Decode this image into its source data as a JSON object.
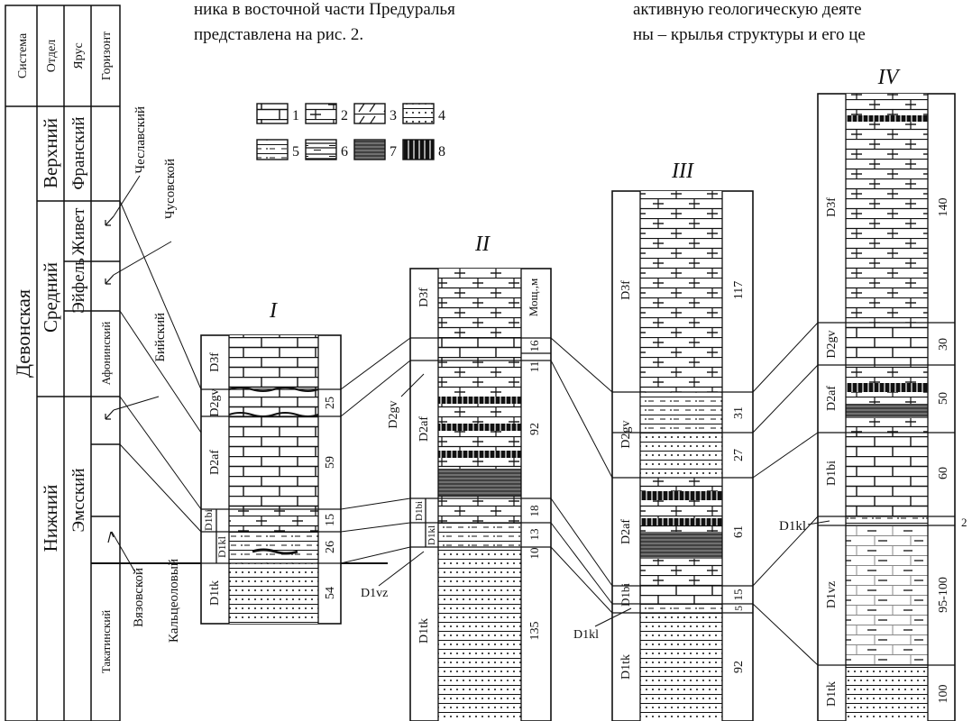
{
  "text_top_left": [
    "ника в восточной части Предуралья",
    "представлена на рис. 2."
  ],
  "text_top_right": [
    "активную геологическую деяте",
    "ны – крылья структуры и его це"
  ],
  "strat_header": {
    "system": "Система",
    "series": "Отдел",
    "stage": "Ярус",
    "horizon": "Горизонт"
  },
  "strat": {
    "system": "Девонская",
    "upper": "Верхний",
    "middle": "Средний",
    "lower": "Нижний",
    "frasnian": "Франский",
    "givetian": "Живет",
    "eifelian": "Эйфель",
    "emsian": "Эмсский",
    "afonino": "Афонинский",
    "takata": "Такатинский"
  },
  "callouts": [
    "Чеславский",
    "Чусовской",
    "Бийский",
    "Вязовской",
    "Кальцеоловый"
  ],
  "legend": [
    "1",
    "2",
    "3",
    "4",
    "5",
    "6",
    "7",
    "8"
  ],
  "columns": [
    {
      "roman": "I",
      "units": [
        "D3f",
        "D2gv",
        "D2af",
        "D1bi",
        "D1kl",
        "D1tk"
      ],
      "thick": [
        "25",
        "59",
        "15",
        "26",
        "54"
      ]
    },
    {
      "roman": "II",
      "header": "Мощ.,м",
      "units": [
        "D3f",
        "D2af",
        "D1bi",
        "D1kl",
        "D1tk"
      ],
      "side": [
        "D2gv",
        "D1vz"
      ],
      "thick": [
        "16",
        "11",
        "92",
        "18",
        "13",
        "10",
        "135"
      ]
    },
    {
      "roman": "III",
      "units": [
        "D3f",
        "D2gv",
        "D2af",
        "D1bi",
        "D1tk"
      ],
      "side": [
        "D1kl"
      ],
      "thick": [
        "117",
        "31",
        "27",
        "61",
        "15",
        "5",
        "92"
      ]
    },
    {
      "roman": "IV",
      "units": [
        "D3f",
        "D2gv",
        "D2af",
        "D1bi",
        "D1vz",
        "D1tk"
      ],
      "side": [
        "D1kl"
      ],
      "thick": [
        "140",
        "30",
        "50",
        "60",
        "95-100",
        "100",
        "2"
      ]
    }
  ]
}
